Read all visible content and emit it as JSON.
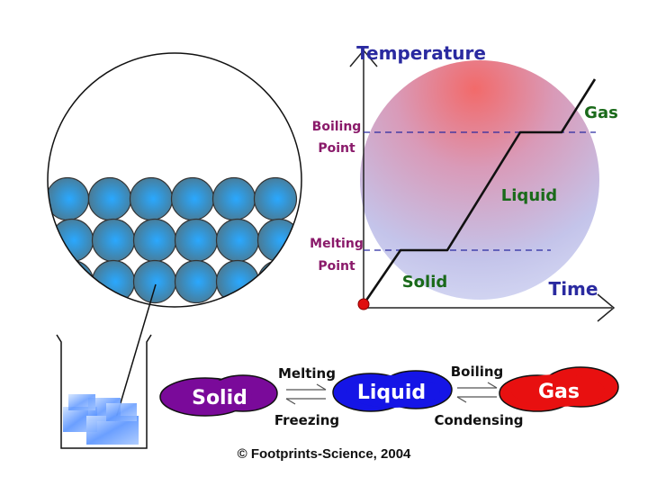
{
  "graph": {
    "y_axis_label": "Temperature",
    "x_axis_label": "Time",
    "boiling_point_line1": "Boiling",
    "boiling_point_line2": "Point",
    "melting_point_line1": "Melting",
    "melting_point_line2": "Point",
    "region_solid": "Solid",
    "region_liquid": "Liquid",
    "region_gas": "Gas"
  },
  "states": {
    "solid": "Solid",
    "liquid": "Liquid",
    "gas": "Gas",
    "melting": "Melting",
    "freezing": "Freezing",
    "boiling": "Boiling",
    "condensing": "Condensing"
  },
  "footer": {
    "copyright": "© Footprints-Science, 2004"
  },
  "colors": {
    "axis_label": "#2a2aa0",
    "point_label": "#8a1a6a",
    "region_label": "#1a6a1a",
    "solid_fill": "#7a0a9a",
    "liquid_fill": "#1515e6",
    "gas_fill": "#e81010",
    "particle": "#2a9ad8"
  }
}
